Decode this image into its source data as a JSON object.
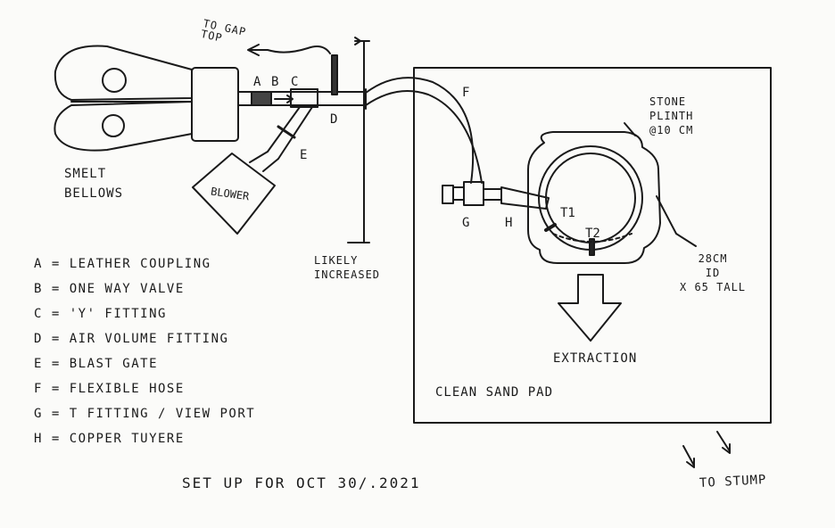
{
  "labels": {
    "to_gap_top": [
      "TO GAP",
      "TOP"
    ],
    "a": "A",
    "b": "B",
    "c": "C",
    "d": "D",
    "e": "E",
    "f": "F",
    "g": "G",
    "h": "H",
    "t1": "T1",
    "t2": "T2",
    "smelt_bellows": [
      "SMELT",
      "BELLOWS"
    ],
    "blower": "BLOWER",
    "likely_increased": [
      "LIKELY",
      "INCREASED"
    ],
    "stone_plinth": [
      "STONE",
      "PLINTH",
      "@10 CM"
    ],
    "dimensions": [
      "28CM",
      "ID",
      "X 65 TALL"
    ],
    "extraction": "EXTRACTION",
    "clean_sand_pad": "CLEAN SAND PAD",
    "setup_date": "SET UP FOR  OCT 30/.2021",
    "to_stump": "TO STUMP"
  },
  "legend": [
    "A = LEATHER COUPLING",
    "B = ONE WAY VALVE",
    "C = 'Y' FITTING",
    "D = AIR VOLUME FITTING",
    "E = BLAST GATE",
    "F = FLEXIBLE HOSE",
    "G = T FITTING / VIEW PORT",
    "H = COPPER TUYERE"
  ]
}
